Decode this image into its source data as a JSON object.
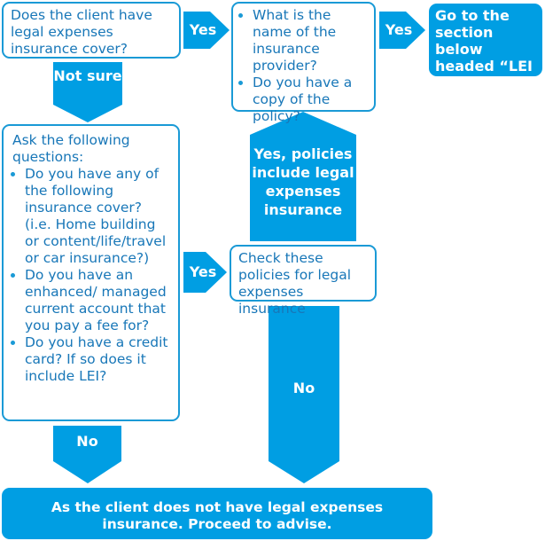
{
  "colors": {
    "accent": "#009ee3",
    "border": "#1a9ad6",
    "text": "#1877b8",
    "inverse": "#ffffff"
  },
  "nodes": {
    "q_cover": "Does the client have legal expenses insurance cover?",
    "q_provider_items": [
      "What is the name of the insurance provider?",
      "Do you have a copy of the policy?"
    ],
    "goto": "Go to the section below headed “LEI issues”",
    "ask_intro": "Ask the following questions:",
    "ask_items": [
      "Do you have any of the following insurance cover? (i.e. Home building or content/life/travel or car insurance?)",
      "Do you have an enhanced/ managed current account that you pay a fee for?",
      "Do you have a credit card? If so does it include LEI?"
    ],
    "check": "Check these policies for legal expenses insurance",
    "final": "As the client does not have legal expenses insurance. Proceed to advise."
  },
  "edges": {
    "yes_top_1": "Yes",
    "yes_top_2": "Yes",
    "not_sure": "Not sure",
    "yes_policies": "Yes, policies include legal expenses insurance",
    "yes_mid": "Yes",
    "no_left": "No",
    "no_right": "No"
  }
}
